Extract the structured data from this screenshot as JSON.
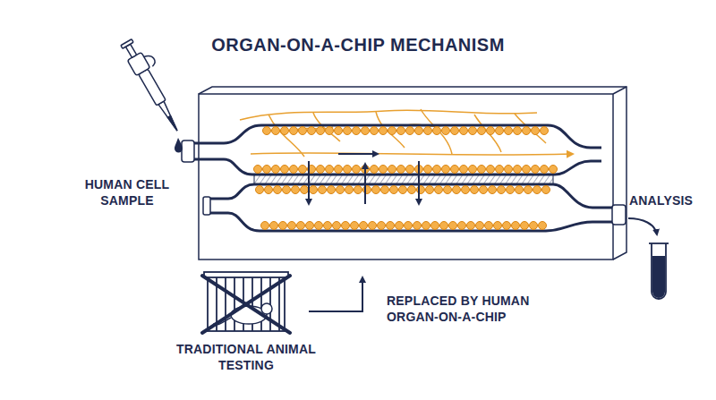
{
  "diagram": {
    "title": "ORGAN-ON-A-CHIP MECHANISM",
    "labels": [
      "HUMAN CELL SAMPLE",
      "ANALYSIS",
      "TRADITIONAL ANIMAL TESTING",
      "REPLACED BY HUMAN ORGAN-ON-A-CHIP"
    ]
  }
}
